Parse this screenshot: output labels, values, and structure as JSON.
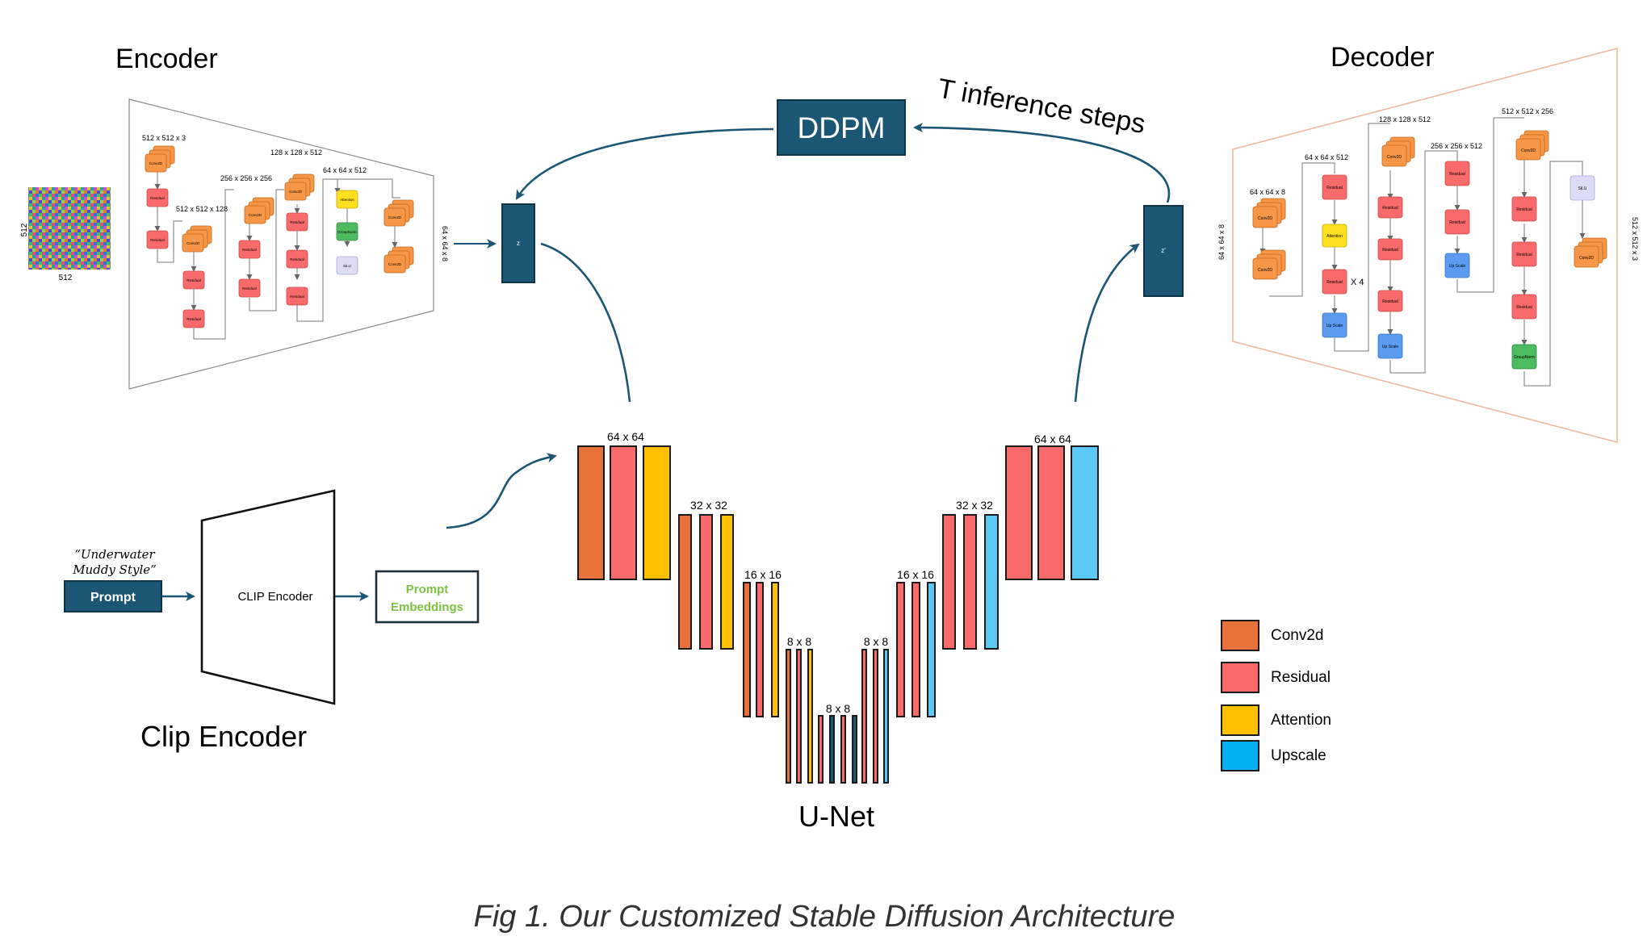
{
  "encoder": {
    "title": "Encoder",
    "input_size_x": "512",
    "input_size_y": "512",
    "output_dim": "64 x 64 x 8",
    "dims": [
      "512 x 512 x 3",
      "512 x 512 x 128",
      "256 x 256 x 256",
      "128 x 128 x 512",
      "64 x 64 x 512"
    ],
    "block_labels": {
      "conv": "Conv2D",
      "res": "Residual",
      "attn": "Attention",
      "gn": "GroupNorm",
      "silu": "SiLU"
    }
  },
  "decoder": {
    "title": "Decoder",
    "input_dim": "64 x 64 x 8",
    "output_dim": "512 x 512 x 3",
    "dims": [
      "64 x 64 x 8",
      "64 x 64 x 512",
      "128 x 128 x 512",
      "256 x 256 x 512",
      "512 x 512 x 256"
    ],
    "repeat_label": "X 4",
    "block_labels": {
      "conv": "Conv2D",
      "res": "Residual",
      "attn": "Attention",
      "up": "Up Scale",
      "gn": "GroupNorm",
      "silu": "SiLU"
    }
  },
  "ddpm": {
    "label": "DDPM",
    "steps_label": "T inference steps"
  },
  "latent": {
    "z": "z",
    "z_prime": "z'"
  },
  "clip": {
    "title": "Clip Encoder",
    "prompt_text_line1": "“Underwater",
    "prompt_text_line2": "Muddy Style”",
    "prompt_box": "Prompt",
    "encoder_label": "CLIP Encoder",
    "embeddings_line1": "Prompt",
    "embeddings_line2": "Embeddings"
  },
  "unet": {
    "title": "U-Net",
    "levels": {
      "l64_left": "64 x 64",
      "l32_left": "32 x 32",
      "l16_left": "16 x 16",
      "l8_left": "8 x 8",
      "l8_mid": "8 x 8",
      "l8_right": "8 x 8",
      "l16_right": "16 x 16",
      "l32_right": "32 x 32",
      "l64_right": "64 x 64"
    }
  },
  "legend": {
    "items": [
      {
        "label": "Conv2d",
        "color": "#E8733A"
      },
      {
        "label": "Residual",
        "color": "#F96B6B"
      },
      {
        "label": "Attention",
        "color": "#FFC000"
      },
      {
        "label": "Upscale",
        "color": "#00B0F0"
      }
    ]
  },
  "colors": {
    "navy": "#1B5674",
    "conv": "#E8733A",
    "res": "#F96B6B",
    "attn": "#FFC000",
    "up": "#5BC8F5",
    "gn": "#4DBB5F",
    "silu": "#DCDCF5",
    "prompt_green": "#7DC242",
    "decoder_outline": "#F0B89A"
  },
  "caption": "Fig 1. Our Customized Stable Diffusion Architecture"
}
